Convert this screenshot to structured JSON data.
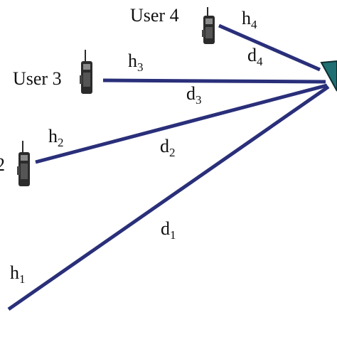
{
  "users": [
    {
      "id": "user1",
      "name": "",
      "channel_gain": "h",
      "channel_index": "1",
      "distance": "d",
      "distance_index": "1"
    },
    {
      "id": "user2",
      "name": "2",
      "channel_gain": "h",
      "channel_index": "2",
      "distance": "d",
      "distance_index": "2"
    },
    {
      "id": "user3",
      "name": "User 3",
      "channel_gain": "h",
      "channel_index": "3",
      "distance": "d",
      "distance_index": "3"
    },
    {
      "id": "user4",
      "name": "User 4",
      "channel_gain": "h",
      "channel_index": "4",
      "distance": "d",
      "distance_index": "4"
    }
  ],
  "colors": {
    "link": "#2a2f7a",
    "base_station": "#1f6f73",
    "phone": "#2b2b2b"
  },
  "icons": {
    "user_device": "mobile-phone-icon",
    "access_point": "base-station-icon"
  }
}
